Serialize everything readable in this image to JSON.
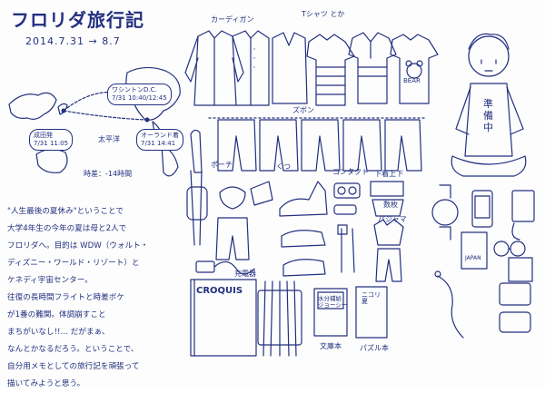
{
  "header": {
    "title": "フロリダ旅行記",
    "dates": "2014.7.31 → 8.7"
  },
  "map": {
    "bubbles": [
      {
        "name": "成田発",
        "time": "7/31 11:05"
      },
      {
        "name": "ワシントンD.C.",
        "time": "7/31 10:40/12:45"
      },
      {
        "name": "オーランド着",
        "time": "7/31 14:41"
      }
    ],
    "ocean": "太平洋",
    "time_diff": "時差：-14時間"
  },
  "paragraph": [
    "\"人生最後の夏休み\"ということで",
    "大学4年生の今年の夏は母と2人で",
    "フロリダへ。目的は WDW（ウォルト・",
    "ディズニー・ワールド・リゾート）と",
    "ケネディ宇宙センター。",
    "往復の長時間フライトと時差ボケ",
    "が1番の難関。体調崩すこと",
    "まちがいなし!!… だがまぁ、",
    "なんとかなるだろう。ということで、",
    "自分用メモとしての旅行記を頑張って",
    "描いてみようと思う。"
  ],
  "labels": {
    "cardigan": "カーディガン",
    "tshirts": "Tシャツ とか",
    "pants": "ズボン",
    "bag": "ポーチ",
    "kutsu": "くつ",
    "contact": "コンタクト",
    "underwear": "下着上下",
    "pieces": "数枚",
    "pajama": "パジャマ",
    "charger": "充電器",
    "sketchbook": "CROQUIS",
    "guidebook": "文庫本",
    "novel": "ニコリ\n夏",
    "puzzle": "パズル本",
    "notebook_text": "水分補給\nジョーシー",
    "bear_shirt": "BEAR",
    "japan_tag": "JAPAN",
    "shirt_text": "準\n備\n中"
  },
  "colors": {
    "ink": "#22307f",
    "paper": "#fdfdfd"
  }
}
